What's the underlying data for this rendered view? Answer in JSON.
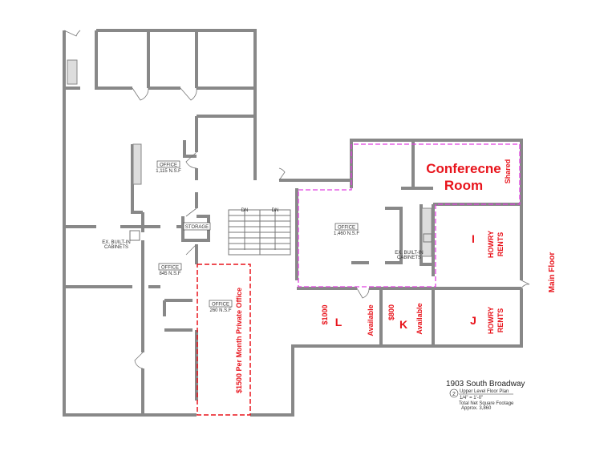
{
  "rooms": {
    "office_a": {
      "name": "OFFICE",
      "area": "1,115 N.S.F"
    },
    "office_b": {
      "name": "OFFICE",
      "area": "845 N.S.F"
    },
    "office_c": {
      "name": "OFFICE",
      "area": "260 N.S.F"
    },
    "office_d": {
      "name": "OFFICE",
      "area": "1,460 N.S.F"
    },
    "storage": "STORAGE",
    "cabinets_line1": "EX. BUILT-IN",
    "cabinets_line2": "CABINETS",
    "stair_dn": "DN"
  },
  "annotations": {
    "conference_line1": "Conferecne",
    "conference_line2": "Room",
    "shared": "Shared",
    "i": "I",
    "j": "J",
    "k": "K",
    "l": "L",
    "howry_line1": "HOWRY",
    "howry_line2": "RENTS",
    "price_l": "$1000",
    "price_k": "$800",
    "available": "Available",
    "private_office": "$1500 Per Month Private Office",
    "main_floor": "Main Floor"
  },
  "title_block": {
    "address": "1903  South Broadway",
    "number": "2",
    "plan": "Upper Level Floor Plan",
    "scale": "1/4\" = 1'-0\"",
    "footage_line1": "Total Net Square Footage",
    "footage_line2": "Approx. 3,860"
  },
  "colors": {
    "red": "#e8141c",
    "magenta": "#e040e0",
    "wall": "#888888"
  }
}
